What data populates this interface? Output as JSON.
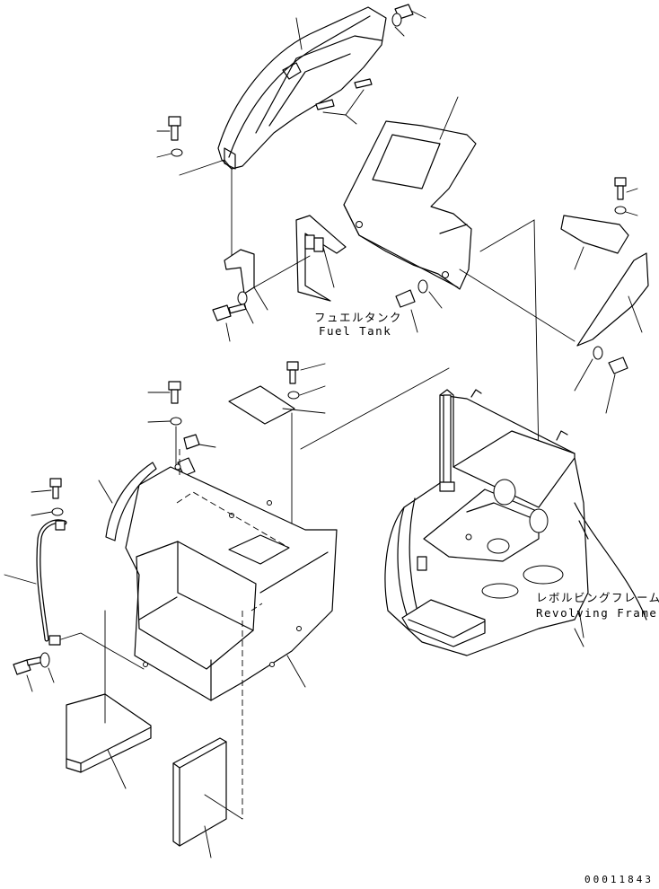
{
  "labels": {
    "fuel_tank_jp": "フュエルタンク",
    "fuel_tank_en": "Fuel Tank",
    "revolving_frame_jp": "レボルビングフレーム",
    "revolving_frame_en": "Revolving Frame"
  },
  "drawing_number": "00011843"
}
